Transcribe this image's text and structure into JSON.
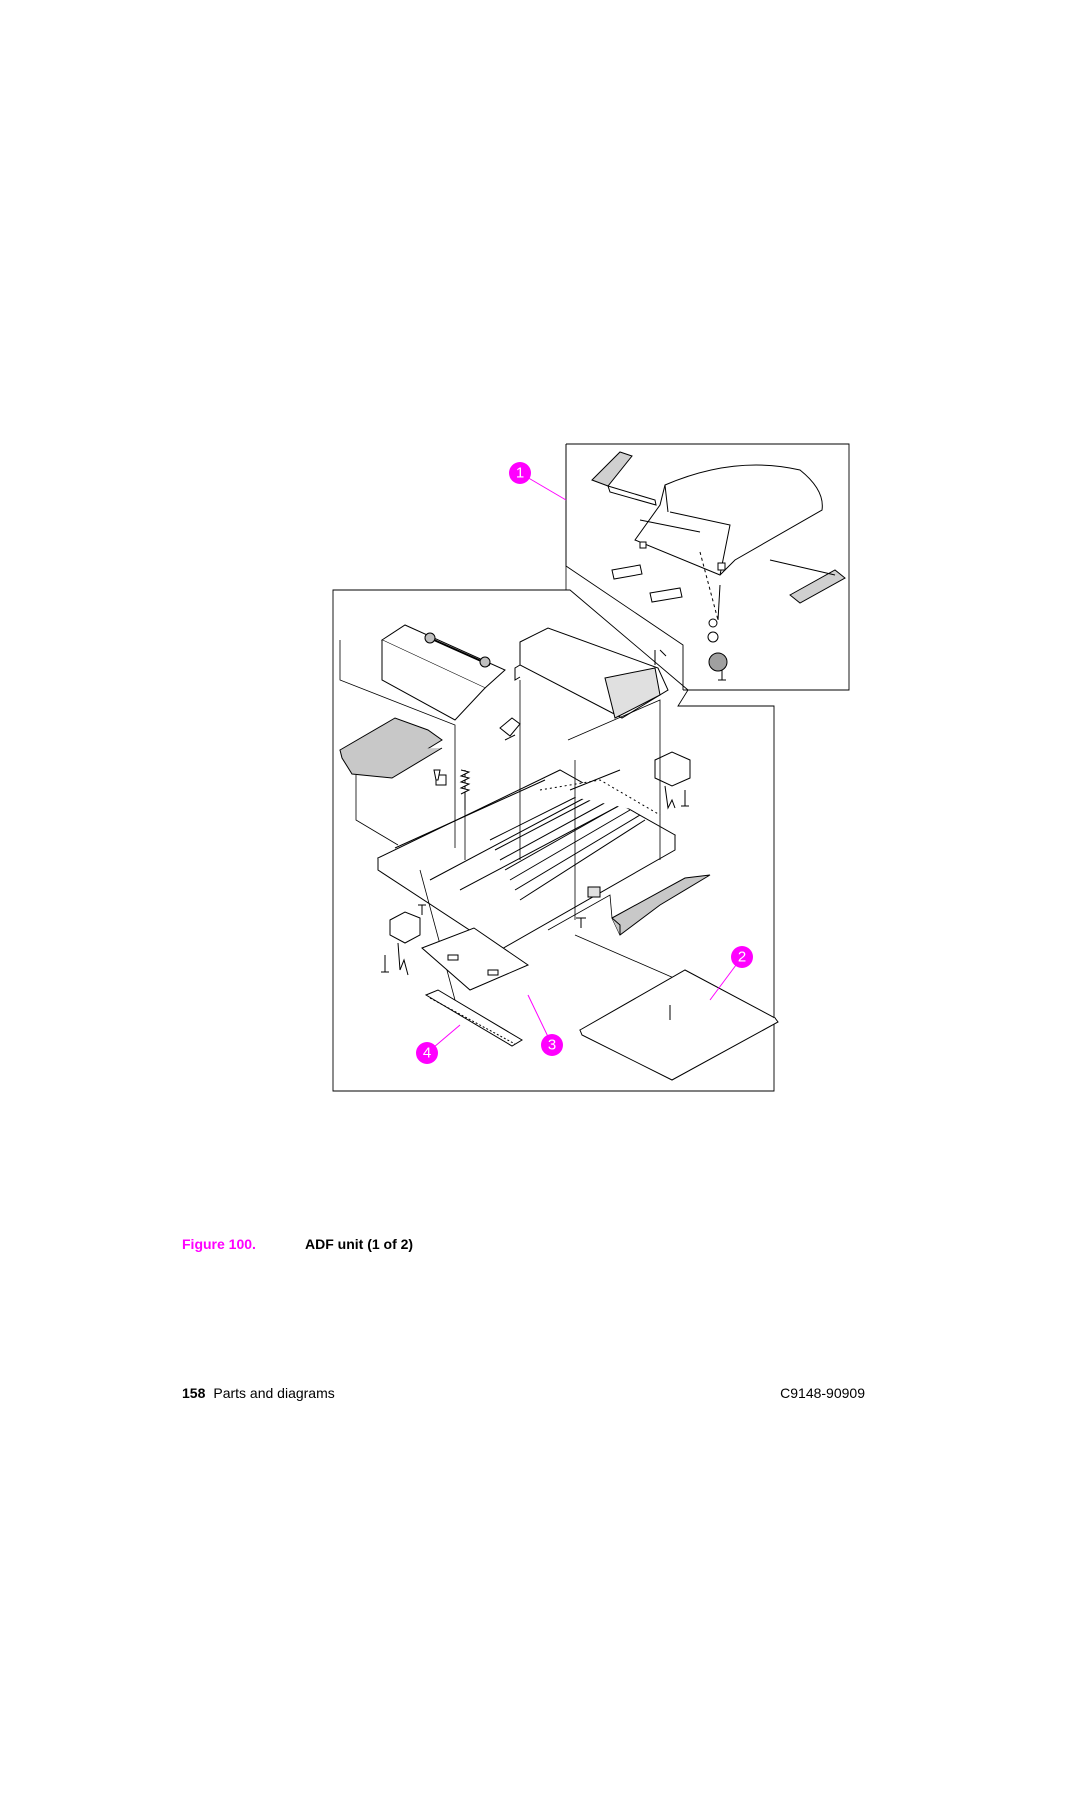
{
  "figure": {
    "label": "Figure 100.",
    "title": "ADF unit (1 of 2)",
    "callouts": [
      "1",
      "2",
      "3",
      "4"
    ],
    "callout_color": "#ff00ff"
  },
  "footer": {
    "page_number": "158",
    "section": "Parts and diagrams",
    "doc_id": "C9148-90909"
  }
}
